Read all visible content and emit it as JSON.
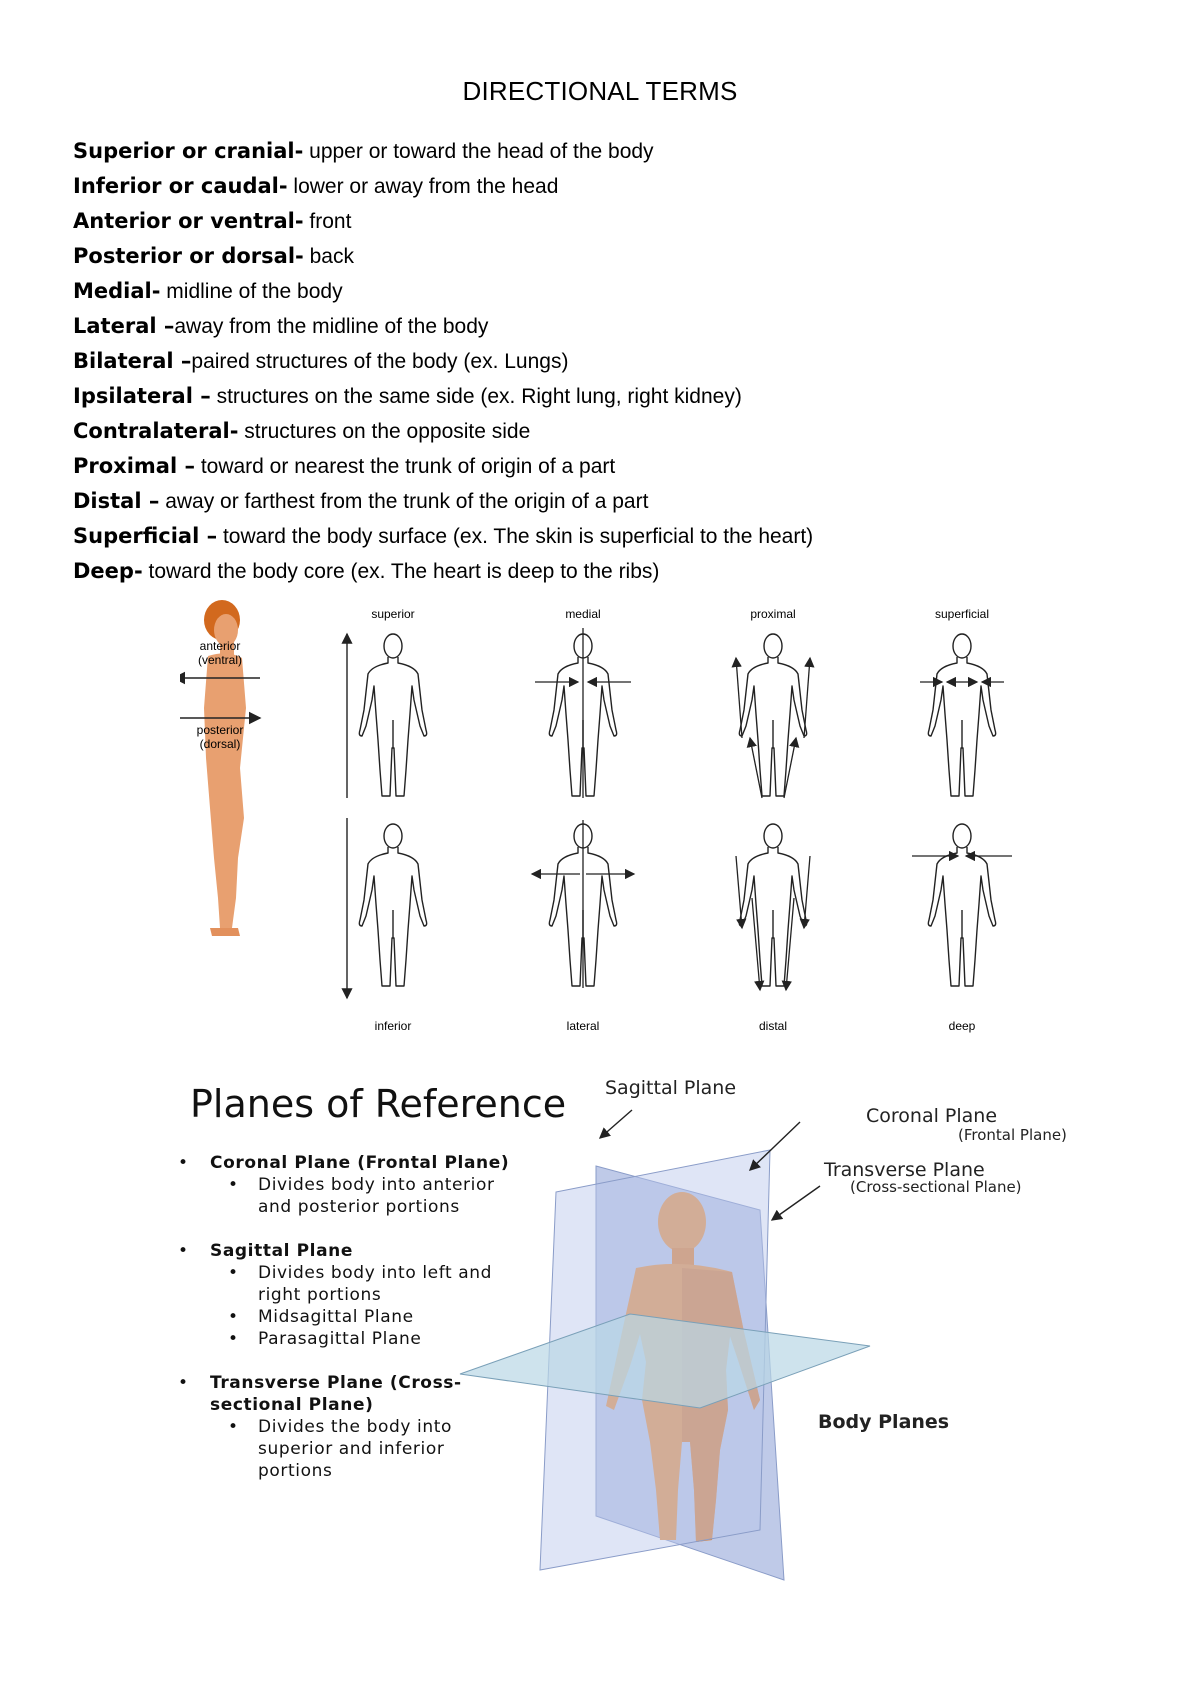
{
  "title": "DIRECTIONAL TERMS",
  "terms": [
    {
      "name": "Superior or cranial-",
      "definition": " upper or toward the head of the body"
    },
    {
      "name": "Inferior or caudal-",
      "definition": " lower or away from the head"
    },
    {
      "name": "Anterior or ventral-",
      "definition": " front"
    },
    {
      "name": "Posterior or dorsal-",
      "definition": " back"
    },
    {
      "name": "Medial-",
      "definition": " midline of the body"
    },
    {
      "name": "Lateral –",
      "definition": "away from the midline of the body"
    },
    {
      "name": "Bilateral –",
      "definition": "paired structures of the body (ex. Lungs)"
    },
    {
      "name": "Ipsilateral –",
      "definition": " structures on the same side (ex. Right lung, right kidney)"
    },
    {
      "name": "Contralateral-",
      "definition": " structures on the opposite side"
    },
    {
      "name": "Proximal –",
      "definition": " toward or nearest the trunk of origin of a part"
    },
    {
      "name": "Distal –",
      "definition": " away or farthest from the trunk of the origin of a part"
    },
    {
      "name": "Superficial –",
      "definition": " toward the body surface (ex. The skin is superficial to the heart)"
    },
    {
      "name": "Deep-",
      "definition": " toward the body core (ex. The heart is deep to the ribs)"
    }
  ],
  "figure_directions": {
    "side_labels": {
      "anterior": "anterior",
      "anterior_sub": "(ventral)",
      "posterior": "posterior",
      "posterior_sub": "(dorsal)"
    },
    "top_labels": [
      "superior",
      "medial",
      "proximal",
      "superficial"
    ],
    "bottom_labels": [
      "inferior",
      "lateral",
      "distal",
      "deep"
    ],
    "skin_color": "#e8a070",
    "hair_color": "#d2691e"
  },
  "planes": {
    "title": "Planes of Reference",
    "list": [
      {
        "heading": "Coronal Plane (Frontal Plane)",
        "items": [
          "Divides body into anterior",
          "and posterior portions"
        ]
      },
      {
        "heading": "Sagittal Plane",
        "items": [
          "Divides body into left and",
          "right portions",
          "Midsagittal Plane",
          "Parasagittal Plane"
        ]
      },
      {
        "heading": "Transverse Plane (Cross-",
        "heading2": "sectional Plane)",
        "items": [
          "Divides the body into",
          "superior and inferior",
          "portions"
        ]
      }
    ],
    "labels": {
      "sagittal": "Sagittal Plane",
      "coronal": "Coronal Plane",
      "coronal_sub": "(Frontal Plane)",
      "transverse": "Transverse Plane",
      "transverse_sub": "(Cross-sectional Plane)",
      "caption": "Body Planes"
    },
    "colors": {
      "plane": "#aab8e0",
      "transverse": "#b9d7e6",
      "body": "#e89a52"
    }
  }
}
